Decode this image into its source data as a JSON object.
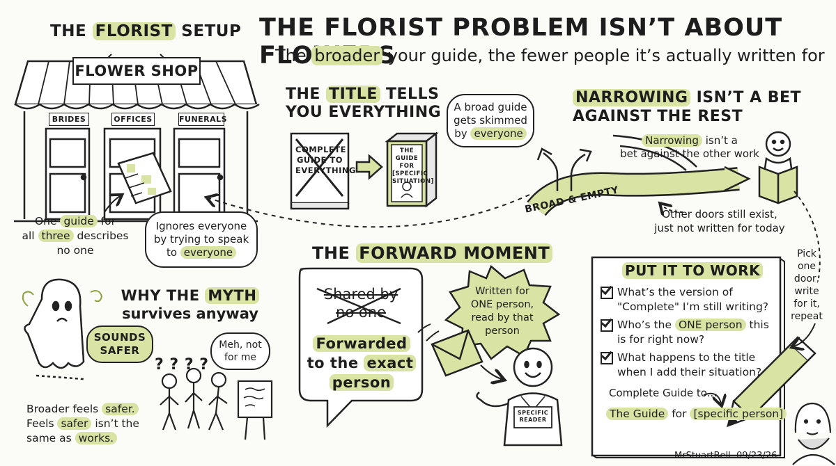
{
  "main": {
    "title": "THE FLORIST PROBLEM ISN’T ABOUT FLOWERS",
    "subtitle_before": "The ",
    "subtitle_highlight": "broader",
    "subtitle_after": " your guide, the fewer people it’s actually written for"
  },
  "setup": {
    "heading_before": "THE ",
    "heading_highlight": "FLORIST",
    "heading_after": " SETUP",
    "shop_sign": "FLOWER SHOP",
    "doors": [
      "BRIDES",
      "OFFICES",
      "FUNERALS"
    ],
    "caption_line1_before": "One ",
    "caption_line1_highlight": "guide",
    "caption_line1_after": " for",
    "caption_line2_before": "all ",
    "caption_line2_highlight": "three",
    "caption_line2_after": " describes",
    "caption_line3": "no one",
    "bubble_line1": "Ignores everyone",
    "bubble_line2": "by trying to speak",
    "bubble_line3_before": "to ",
    "bubble_line3_highlight": "everyone"
  },
  "title_section": {
    "heading_line1_before": "THE ",
    "heading_line1_highlight": "TITLE",
    "heading_line1_after": " TELLS",
    "heading_line2": "YOU EVERYTHING",
    "book1_text": "COMPLETE GUIDE TO EVERYTHING",
    "book2_text": "THE GUIDE FOR [SPECIFIC SITUATION]",
    "bubble_line1": "A broad guide",
    "bubble_line2": "gets skimmed",
    "bubble_line3_before": "by ",
    "bubble_line3_highlight": "everyone"
  },
  "narrowing": {
    "heading_line1_highlight": "NARROWING",
    "heading_line1_after": " ISN’T A BET",
    "heading_line2": "AGAINST THE REST",
    "note_line1_highlight": "Narrowing",
    "note_line1_after": " isn’t a",
    "note_line2": "bet against the other work",
    "path_label": "BROAD & EMPTY",
    "caption_line1": "Other doors still exist,",
    "caption_line2": "just not written for today"
  },
  "myth": {
    "heading_line1_before": "WHY THE ",
    "heading_line1_highlight": "MYTH",
    "heading_line2": "survives anyway",
    "ghost_bubble_line1": "SOUNDS",
    "ghost_bubble_line2": "SAFER",
    "meh_bubble_line1": "Meh, not",
    "meh_bubble_line2": "for me",
    "question_marks": "? ? ? ?",
    "caption_line1_before": "Broader feels ",
    "caption_line1_highlight": "safer.",
    "caption_line2_before": "Feels ",
    "caption_line2_highlight": "safer",
    "caption_line2_after": " isn’t the",
    "caption_line3_before": "same as ",
    "caption_line3_highlight": "works."
  },
  "forward": {
    "heading_before": "THE ",
    "heading_highlight": "FORWARD MOMENT",
    "crossed_line1": "Shared by",
    "crossed_line2": "no one",
    "forwarded_highlight1": "Forwarded",
    "to_the_before": "to the ",
    "to_the_highlight": "exact",
    "person_highlight": "person",
    "star_line1": "Written for",
    "star_line2": "ONE person,",
    "star_line3": "read by that",
    "star_line4": "person",
    "badge_line1": "SPECIFIC",
    "badge_line2": "READER"
  },
  "work": {
    "heading": "PUT IT TO WORK",
    "item1_line1": "What’s the version of",
    "item1_line2": "\"Complete\" I’m still writing?",
    "item2_line1_before": "Who’s the ",
    "item2_line1_highlight": "ONE person",
    "item2_line1_after": " this",
    "item2_line2": "is for right now?",
    "item3_line1": "What happens to the title",
    "item3_line2": "when I add their situation?",
    "complete_text": "Complete Guide to...",
    "guide_highlight1": "The Guide",
    "guide_mid": " for ",
    "guide_highlight2": "[specific person]"
  },
  "side_note": [
    "Pick",
    "one",
    "door,",
    "write",
    "for it,",
    "repeat"
  ],
  "footer": {
    "author": "MrStuartBell",
    "date": "09/23/26"
  },
  "colors": {
    "accent": "#d8e3a4",
    "ink": "#1d1d1d",
    "paper": "#fbfbf8"
  }
}
